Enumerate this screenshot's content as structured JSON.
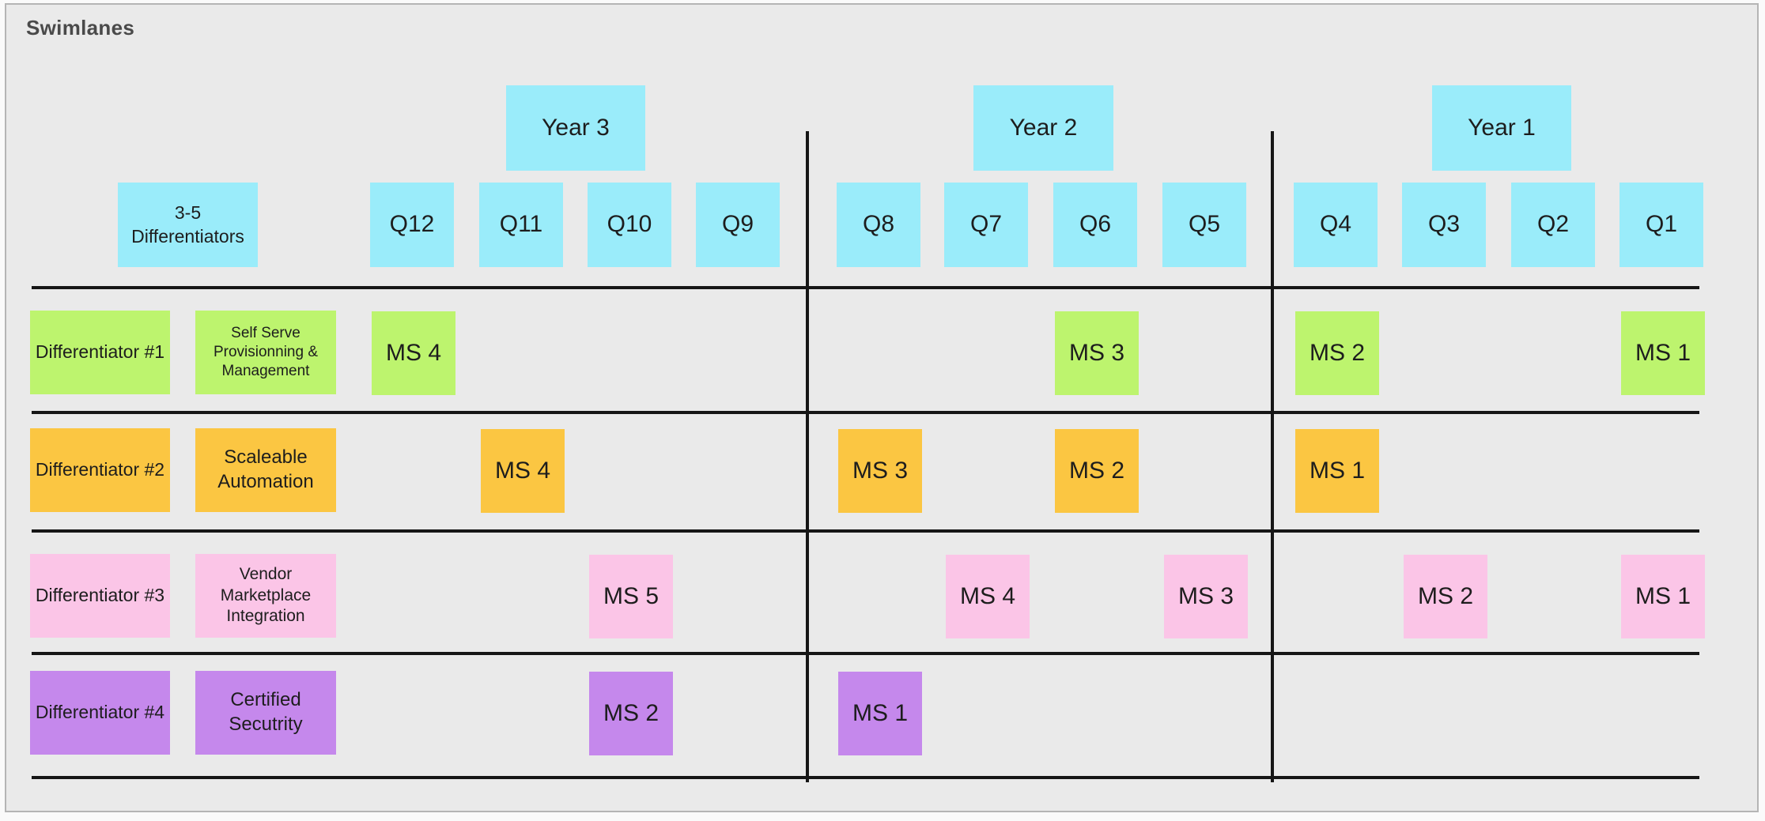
{
  "frame": {
    "title": "Swimlanes"
  },
  "colors": {
    "canvas_bg": "#eaeaea",
    "frame_border": "#b5b5b5",
    "header_sticky": "#9aecfa",
    "lane1_sticky": "#bdf46e",
    "lane2_sticky": "#fbc642",
    "lane3_sticky": "#fbc5e7",
    "lane4_sticky": "#c588ec",
    "line": "#161616",
    "sticky_text": "#1d1d1d"
  },
  "header": {
    "differentiator_count_label": "3-5 Differentiators",
    "years": [
      {
        "label": "Year 3"
      },
      {
        "label": "Year 2"
      },
      {
        "label": "Year 1"
      }
    ],
    "quarters": [
      "Q12",
      "Q11",
      "Q10",
      "Q9",
      "Q8",
      "Q7",
      "Q6",
      "Q5",
      "Q4",
      "Q3",
      "Q2",
      "Q1"
    ]
  },
  "lanes": [
    {
      "name": "Differentiator #1",
      "description": "Self Serve Provisionning & Management",
      "color": "#bdf46e",
      "milestones": [
        {
          "label": "MS 4",
          "quarter": "Q12"
        },
        {
          "label": "MS 3",
          "quarter": "Q6"
        },
        {
          "label": "MS 2",
          "quarter": "Q4"
        },
        {
          "label": "MS 1",
          "quarter": "Q1"
        }
      ]
    },
    {
      "name": "Differentiator #2",
      "description": "Scaleable Automation",
      "color": "#fbc642",
      "milestones": [
        {
          "label": "MS 4",
          "quarter": "Q11"
        },
        {
          "label": "MS 3",
          "quarter": "Q8"
        },
        {
          "label": "MS 2",
          "quarter": "Q6"
        },
        {
          "label": "MS 1",
          "quarter": "Q4"
        }
      ]
    },
    {
      "name": "Differentiator #3",
      "description": "Vendor Marketplace Integration",
      "color": "#fbc5e7",
      "milestones": [
        {
          "label": "MS 5",
          "quarter": "Q10"
        },
        {
          "label": "MS 4",
          "quarter": "Q7"
        },
        {
          "label": "MS 3",
          "quarter": "Q5"
        },
        {
          "label": "MS 2",
          "quarter": "Q3"
        },
        {
          "label": "MS 1",
          "quarter": "Q1"
        }
      ]
    },
    {
      "name": "Differentiator #4",
      "description": "Certified Secutrity",
      "color": "#c588ec",
      "milestones": [
        {
          "label": "MS 2",
          "quarter": "Q10"
        },
        {
          "label": "MS 1",
          "quarter": "Q8"
        }
      ]
    }
  ]
}
